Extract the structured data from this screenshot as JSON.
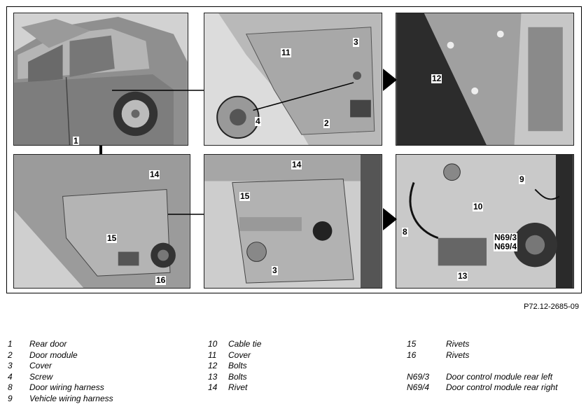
{
  "reference_code": "P72.12-2685-09",
  "legend": {
    "col1": [
      {
        "num": "1",
        "label": "Rear door"
      },
      {
        "num": "2",
        "label": "Door module"
      },
      {
        "num": "3",
        "label": "Cover"
      },
      {
        "num": "4",
        "label": "Screw"
      },
      {
        "num": "8",
        "label": "Door wiring harness"
      },
      {
        "num": "9",
        "label": "Vehicle wiring harness"
      }
    ],
    "col2": [
      {
        "num": "10",
        "label": "Cable tie"
      },
      {
        "num": "11",
        "label": "Cover"
      },
      {
        "num": "12",
        "label": "Bolts"
      },
      {
        "num": "13",
        "label": "Bolts"
      },
      {
        "num": "14",
        "label": "Rivet"
      }
    ],
    "col3": [
      {
        "num": "15",
        "label": "Rivets"
      },
      {
        "num": "16",
        "label": "Rivets"
      },
      {
        "num": "",
        "label": ""
      },
      {
        "num": "N69/3",
        "label": "Door control module rear left"
      },
      {
        "num": "N69/4",
        "label": "Door control module rear right"
      }
    ]
  },
  "callouts": {
    "p1": [
      "1"
    ],
    "p2": [
      "11",
      "3",
      "4",
      "2"
    ],
    "p3": [
      "12"
    ],
    "p4": [
      "14",
      "15",
      "16"
    ],
    "p5": [
      "14",
      "15",
      "3"
    ],
    "p6": [
      "9",
      "10",
      "8",
      "N69/3",
      "N69/4",
      "13"
    ]
  }
}
